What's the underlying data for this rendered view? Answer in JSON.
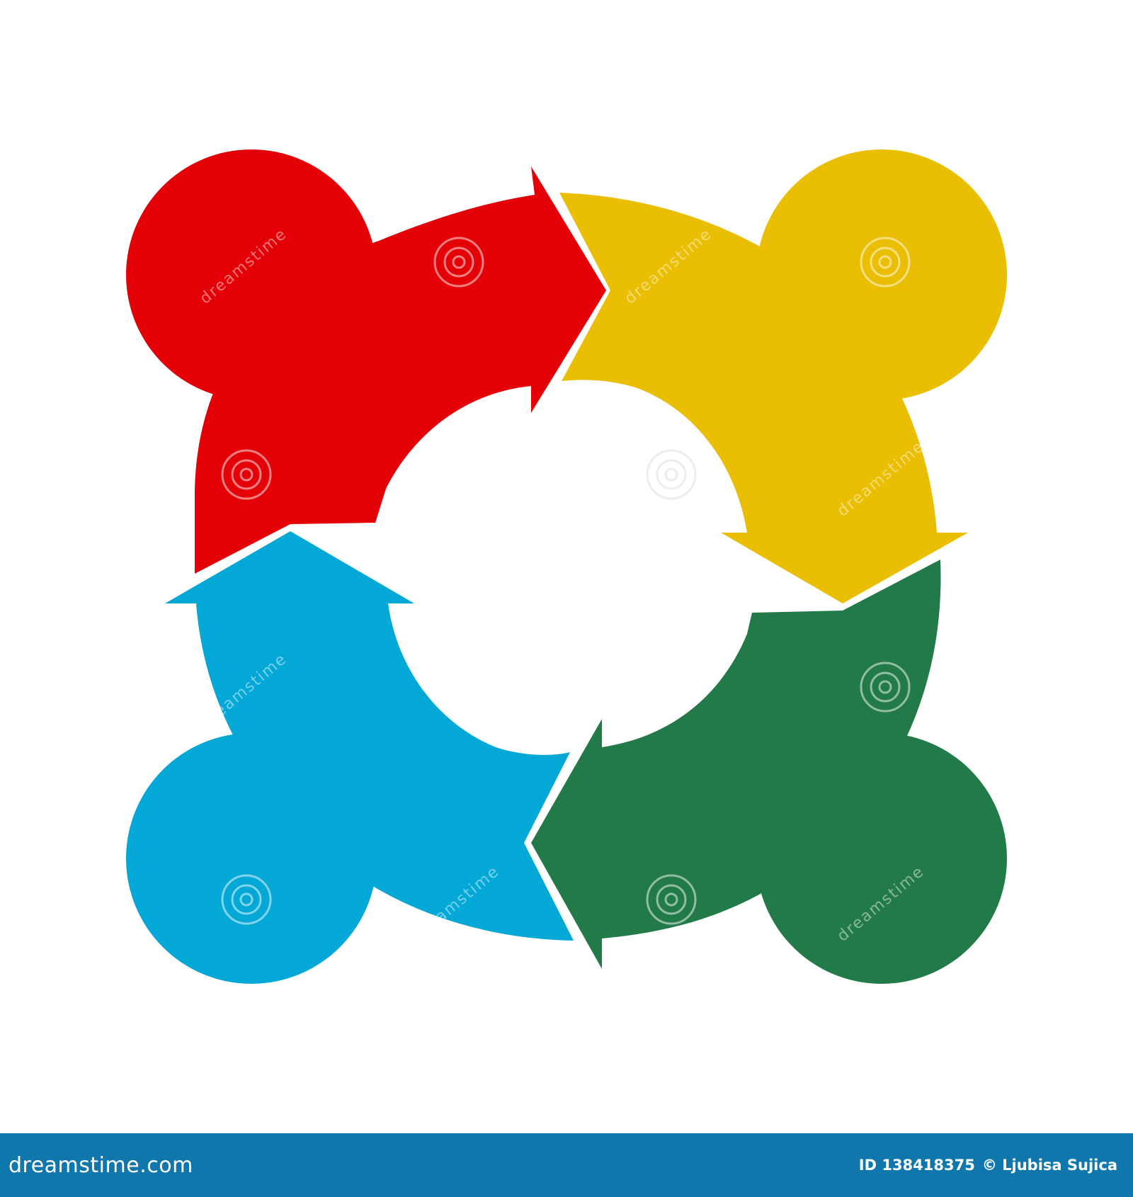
{
  "colors": {
    "red": "#e30007",
    "yellow": "#eabe03",
    "green": "#237a49",
    "blue": "#03a8d6",
    "footer_bg": "#0f77ac",
    "footer_text": "#ffffff",
    "background": "#ffffff"
  },
  "watermark": {
    "text": "dreamstime"
  },
  "footer": {
    "brand": "dreamstime.com",
    "id_label": "ID 138418375",
    "credit": "© Ljubisa Sujica"
  }
}
